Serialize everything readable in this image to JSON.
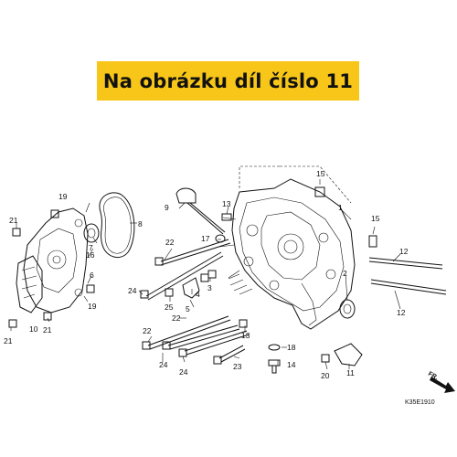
{
  "banner": {
    "text": "Na obrázku díl číslo 11",
    "color": "#f7c619"
  },
  "diagram": {
    "code": "K35E1910",
    "direction": "FR.",
    "callouts": [
      "1",
      "2",
      "3",
      "4",
      "5",
      "6",
      "7",
      "8",
      "9",
      "10",
      "11",
      "12",
      "12",
      "13",
      "13",
      "14",
      "15",
      "15",
      "16",
      "17",
      "18",
      "19",
      "19",
      "20",
      "21",
      "21",
      "21",
      "22",
      "22",
      "22",
      "23",
      "24",
      "24",
      "24",
      "25"
    ]
  }
}
